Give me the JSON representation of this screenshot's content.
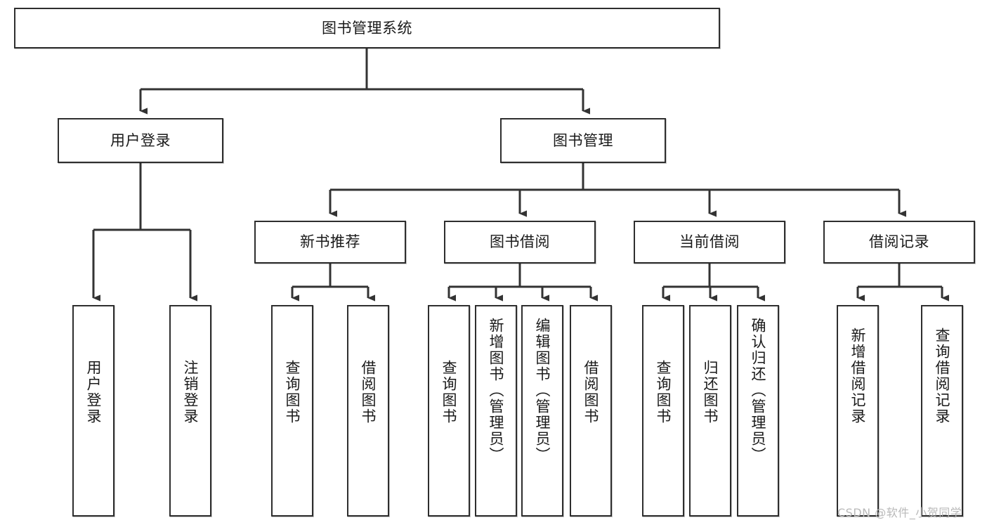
{
  "diagram": {
    "title": "图书管理系统",
    "type": "hierarchy-tree",
    "colors": {
      "box_border": "#2e2e2e",
      "box_fill": "#ffffff",
      "text": "#1a1a1a",
      "connector": "#333333",
      "watermark": "#b9b9b9"
    },
    "nodes": {
      "root": {
        "label": "图书管理系统"
      },
      "level2": [
        {
          "label": "用户登录"
        },
        {
          "label": "图书管理"
        }
      ],
      "level3": [
        {
          "label": "新书推荐"
        },
        {
          "label": "图书借阅"
        },
        {
          "label": "当前借阅"
        },
        {
          "label": "借阅记录"
        }
      ],
      "leaves": {
        "user_login": [
          {
            "label": "用户登录"
          },
          {
            "label": "注销登录"
          }
        ],
        "new_book_recommend": [
          {
            "label": "查询图书"
          },
          {
            "label": "借阅图书"
          }
        ],
        "book_borrow": [
          {
            "label": "查询图书"
          },
          {
            "label": "新增图书（管理员）"
          },
          {
            "label": "编辑图书（管理员）"
          },
          {
            "label": "借阅图书"
          }
        ],
        "current_borrow": [
          {
            "label": "查询图书"
          },
          {
            "label": "归还图书"
          },
          {
            "label": "确认归还（管理员）"
          }
        ],
        "borrow_record": [
          {
            "label": "新增借阅记录"
          },
          {
            "label": "查询借阅记录"
          }
        ]
      }
    },
    "watermark": "CSDN @软件_小贺同学"
  }
}
